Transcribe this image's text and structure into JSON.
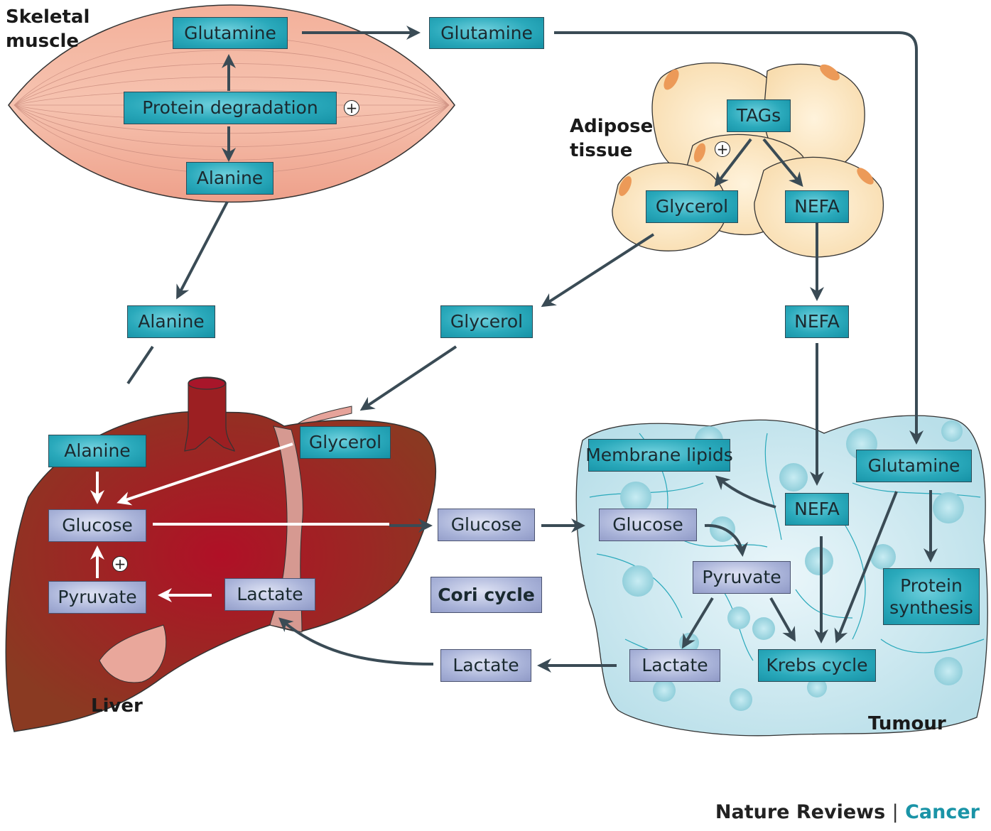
{
  "organs": {
    "skeletal_muscle": "Skeletal\nmuscle",
    "adipose_tissue": "Adipose\ntissue",
    "liver": "Liver",
    "tumour": "Tumour"
  },
  "muscle": {
    "glutamine": "Glutamine",
    "protein_degradation": "Protein degradation",
    "alanine": "Alanine"
  },
  "adipose": {
    "tags": "TAGs",
    "glycerol": "Glycerol",
    "nefa": "NEFA"
  },
  "circulation": {
    "glutamine": "Glutamine",
    "alanine": "Alanine",
    "glycerol": "Glycerol",
    "nefa": "NEFA",
    "glucose": "Glucose",
    "cori_cycle": "Cori cycle",
    "lactate": "Lactate"
  },
  "liver": {
    "alanine": "Alanine",
    "glycerol": "Glycerol",
    "glucose": "Glucose",
    "pyruvate": "Pyruvate",
    "lactate": "Lactate"
  },
  "tumour": {
    "membrane_lipids": "Membrane lipids",
    "glutamine": "Glutamine",
    "nefa": "NEFA",
    "glucose": "Glucose",
    "pyruvate": "Pyruvate",
    "protein_synthesis": "Protein\nsynthesis",
    "lactate": "Lactate",
    "krebs_cycle": "Krebs cycle"
  },
  "symbols": {
    "stimulation": "+"
  },
  "footer": {
    "journal": "Nature Reviews",
    "separator": "|",
    "section": "Cancer"
  },
  "colors": {
    "teal_box": "#2aa9bb",
    "lavender_box": "#a8b2d8",
    "arrow_dark": "#3a4b55",
    "arrow_light": "#ffffff",
    "muscle": "#f0a48c",
    "adipose": "#fbe3bd",
    "liver": "#8c2a1f",
    "tumour": "#cde9f0",
    "brand": "#1a94a7"
  }
}
